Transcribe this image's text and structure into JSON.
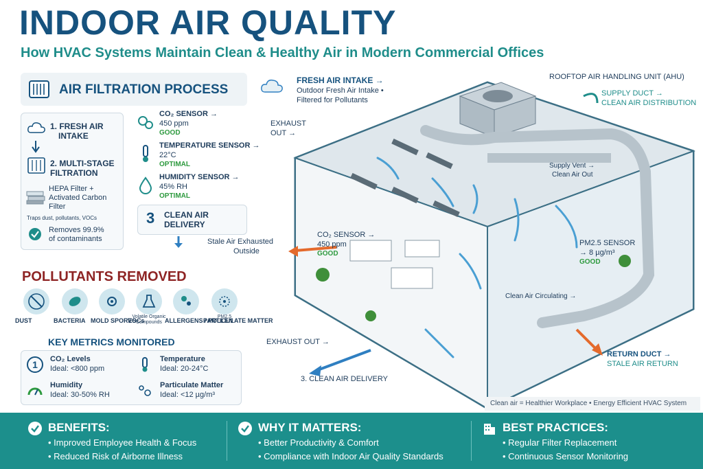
{
  "header": {
    "title": "INDOOR AIR QUALITY",
    "subtitle": "How HVAC Systems Maintain Clean & Healthy Air in Modern Commercial Offices"
  },
  "filtration": {
    "title": "AIR FILTRATION PROCESS",
    "step1": "1. FRESH AIR",
    "step1b": "INTAKE",
    "step2": "2. MULTI-STAGE",
    "step2b": "FILTRATION",
    "filter1": "HEPA Filter +",
    "filter2": "Activated Carbon",
    "filter3": "Filter",
    "traps": "Traps dust, pollutants, VOCs",
    "removes1": "Removes 99.9%",
    "removes2": "of contaminants"
  },
  "sensors": [
    {
      "name": "CO₂ SENSOR →",
      "value": "450 ppm",
      "status": "GOOD",
      "icon": "co2-icon"
    },
    {
      "name": "TEMPERATURE SENSOR →",
      "value": "22°C",
      "status": "OPTIMAL",
      "icon": "thermometer-icon"
    },
    {
      "name": "HUMIDITY SENSOR →",
      "value": "45% RH",
      "status": "OPTIMAL",
      "icon": "droplet-icon"
    }
  ],
  "delivery": {
    "num": "3",
    "label": "CLEAN AIR DELIVERY"
  },
  "pollutants": {
    "title": "POLLUTANTS REMOVED",
    "items": [
      {
        "label": "DUST",
        "sub": "",
        "icon": "dust-icon"
      },
      {
        "label": "BACTERIA",
        "sub": "",
        "icon": "bacteria-icon"
      },
      {
        "label": "MOLD SPORES",
        "sub": "",
        "icon": "mold-icon"
      },
      {
        "label": "VOCs",
        "sub": "Volatile Organic Compounds",
        "icon": "flask-icon"
      },
      {
        "label": "ALLERGENS / POLLEN",
        "sub": "",
        "icon": "pollen-icon"
      },
      {
        "label": "PARTICULATE MATTER",
        "sub": "PM2.5",
        "icon": "particulate-icon"
      }
    ]
  },
  "metrics": {
    "title": "KEY METRICS MONITORED",
    "items": [
      {
        "name": "CO₂ Levels",
        "value": "Ideal: <800 ppm",
        "icon": "number-one-icon"
      },
      {
        "name": "Temperature",
        "value": "Ideal: 20-24°C",
        "icon": "thermometer-icon"
      },
      {
        "name": "Humidity",
        "value": "Ideal: 30-50% RH",
        "icon": "gauge-icon"
      },
      {
        "name": "Particulate Matter",
        "value": "Ideal: <12 µg/m³",
        "icon": "particles-icon"
      }
    ]
  },
  "diagram": {
    "fresh_air_title": "FRESH AIR INTAKE →",
    "fresh_air_desc1": "Outdoor Fresh Air Intake •",
    "fresh_air_desc2": "Filtered for Pollutants",
    "rooftop": "ROOFTOP AIR HANDLING UNIT (AHU)",
    "supply_duct1": "SUPPLY DUCT →",
    "supply_duct2": "CLEAN AIR DISTRIBUTION",
    "exhaust_top1": "EXHAUST",
    "exhaust_top2": "OUT →",
    "supply_vent1": "Supply Vent →",
    "supply_vent2": "Clean Air Out",
    "stale1": "Stale Air Exhausted",
    "stale2": "Outside",
    "co2_name": "CO₂ SENSOR →",
    "co2_value": "450 ppm",
    "co2_status": "GOOD",
    "pm_name": "PM2.5 SENSOR",
    "pm_value": "→ 8 µg/m³",
    "pm_status": "GOOD",
    "circulating": "Clean Air Circulating →",
    "exhaust_bottom": "EXHAUST OUT →",
    "return1": "RETURN DUCT →",
    "return2": "STALE AIR RETURN",
    "clean_delivery": "3. CLEAN AIR DELIVERY"
  },
  "footnote": "Clean air = Healthier Workplace • Energy Efficient HVAC System",
  "bottom": {
    "benefits": {
      "title": "BENEFITS:",
      "i1": "• Improved Employee Health & Focus",
      "i2": "• Reduced Risk of Airborne Illness"
    },
    "why": {
      "title": "WHY IT MATTERS:",
      "i1": "• Better Productivity & Comfort",
      "i2": "• Compliance with Indoor Air Quality Standards"
    },
    "best": {
      "title": "BEST PRACTICES:",
      "i1": "• Regular Filter Replacement",
      "i2": "• Continuous Sensor Monitoring"
    }
  },
  "colors": {
    "primary": "#16527e",
    "teal": "#1f8d8a",
    "red": "#8e2424",
    "green": "#2e9a3f"
  }
}
